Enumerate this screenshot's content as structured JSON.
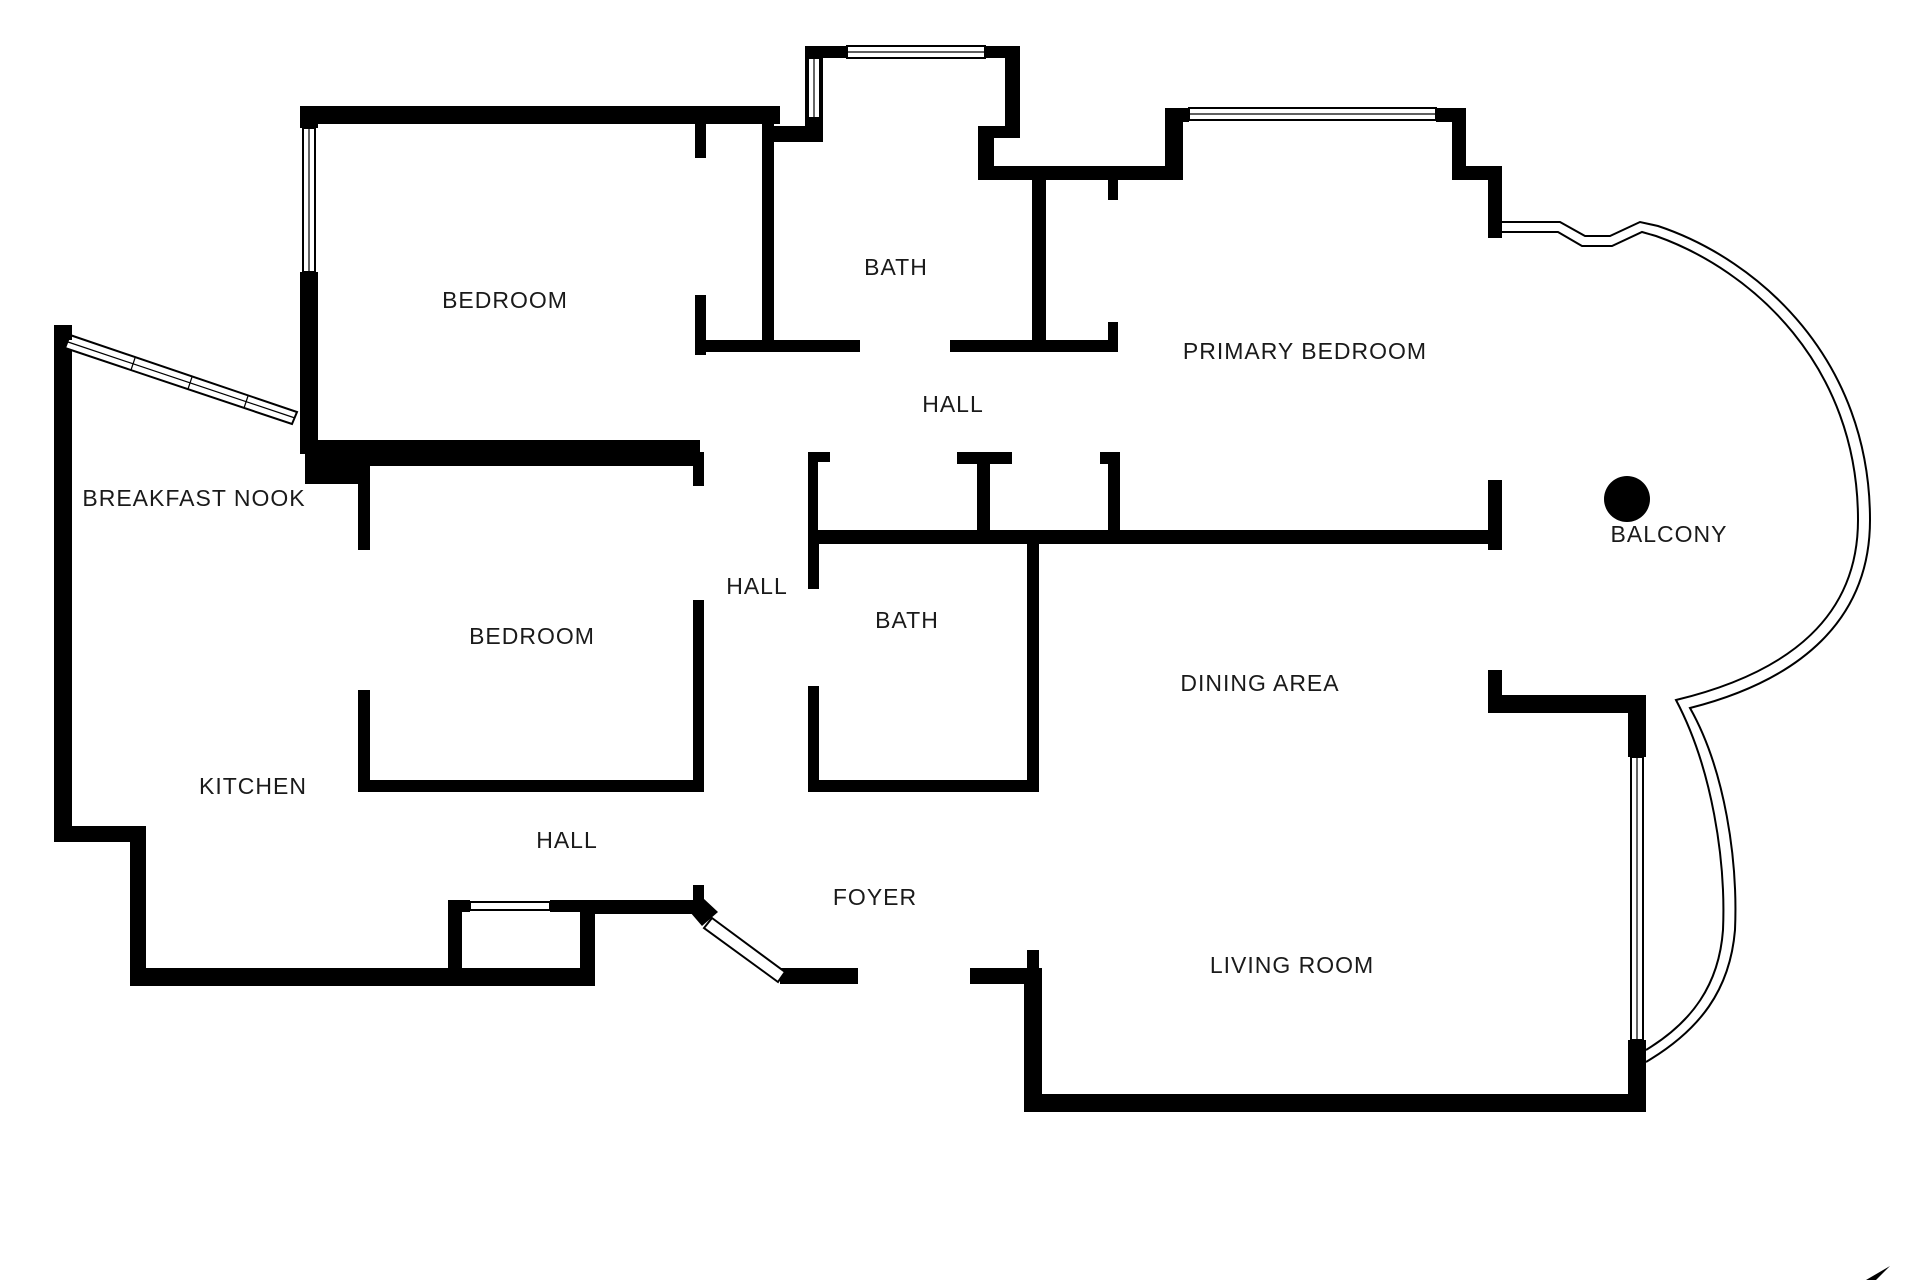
{
  "rooms": {
    "bedroom_top": "BEDROOM",
    "bath_top": "BATH",
    "primary_bedroom": "PRIMARY BEDROOM",
    "hall_upper": "HALL",
    "breakfast_nook": "BREAKFAST NOOK",
    "bedroom_middle": "BEDROOM",
    "hall_center": "HALL",
    "bath_middle": "BATH",
    "balcony": "BALCONY",
    "dining_area": "DINING AREA",
    "kitchen": "KITCHEN",
    "hall_lower": "HALL",
    "foyer": "FOYER",
    "living_room": "LIVING ROOM"
  },
  "colors": {
    "wall": "#000000",
    "background": "#ffffff"
  }
}
